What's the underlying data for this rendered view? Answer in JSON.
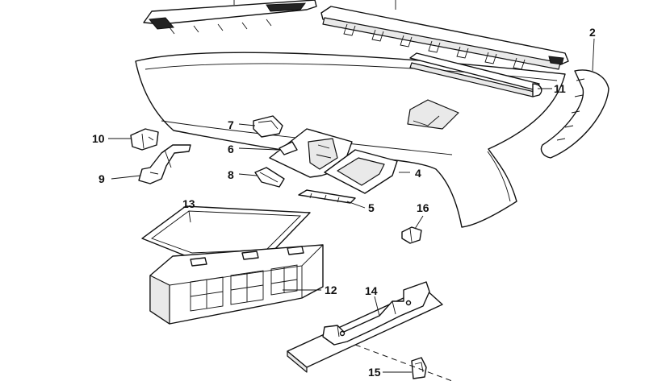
{
  "callouts": [
    {
      "id": "2",
      "label": "2"
    },
    {
      "id": "4",
      "label": "4"
    },
    {
      "id": "5",
      "label": "5"
    },
    {
      "id": "6",
      "label": "6"
    },
    {
      "id": "7",
      "label": "7"
    },
    {
      "id": "8",
      "label": "8"
    },
    {
      "id": "9",
      "label": "9"
    },
    {
      "id": "10",
      "label": "10"
    },
    {
      "id": "11",
      "label": "11"
    },
    {
      "id": "12",
      "label": "12"
    },
    {
      "id": "13",
      "label": "13"
    },
    {
      "id": "14",
      "label": "14"
    },
    {
      "id": "15",
      "label": "15"
    },
    {
      "id": "16",
      "label": "16"
    }
  ]
}
